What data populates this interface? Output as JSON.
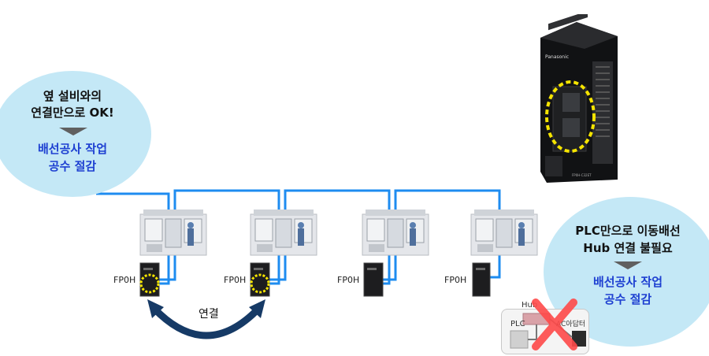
{
  "left_bubble": {
    "line1": "옆 설비와의",
    "line2": "연결만으로 OK!",
    "line3": "배선공사 작업",
    "line4": "공수 절감"
  },
  "right_bubble": {
    "line1": "PLC만으로 이동배선",
    "line2": "Hub 연결 불필요",
    "line3": "배선공사 작업",
    "line4": "공수 절감"
  },
  "modules": [
    {
      "label": "FP0H"
    },
    {
      "label": "FP0H"
    },
    {
      "label": "FP0H"
    },
    {
      "label": "FP0H"
    }
  ],
  "arrow_label": "연결",
  "product": {
    "brand": "Panasonic",
    "model": "FP0H-C32ET"
  },
  "crossed_setup": {
    "hub": "Hub",
    "plc": "PLC",
    "adapter": "AC아답터"
  },
  "colors": {
    "network_line": "#1e8cf0",
    "bubble": "#c4e8f6",
    "accent_text": "#1d3fd1",
    "arrow": "#163a66",
    "cross": "#ff4a4a"
  }
}
